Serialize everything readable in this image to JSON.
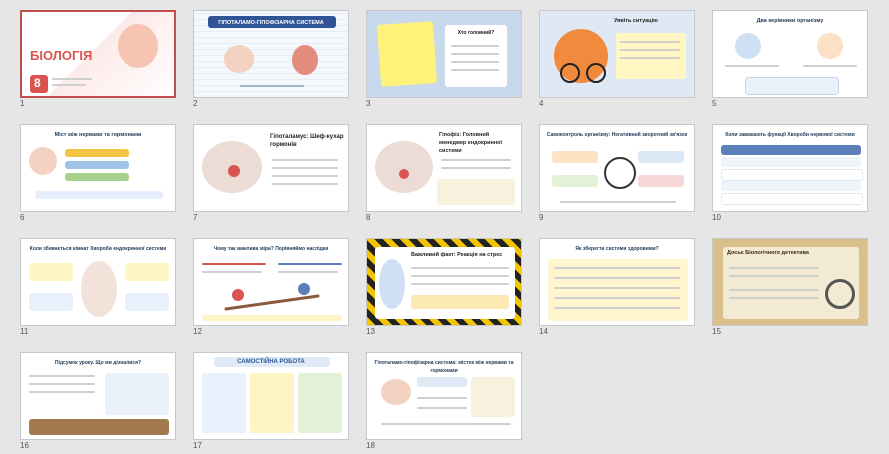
{
  "view": "slide sorter",
  "accent_color": "#c0504d",
  "slides": [
    {
      "n": "1",
      "title": "БІОЛОГІЯ",
      "subtitle": "8"
    },
    {
      "n": "2",
      "title": "ГІПОТАЛАМО-ГІПОФІЗАРНА СИСТЕМА"
    },
    {
      "n": "3",
      "title": "Хто головний?"
    },
    {
      "n": "4",
      "title": "Уявіть ситуацію"
    },
    {
      "n": "5",
      "title": "Два керівники організму"
    },
    {
      "n": "6",
      "title": "Міст між нервами та гормонами"
    },
    {
      "n": "7",
      "title": "Гіпоталамус: Шеф-кухар гормонів"
    },
    {
      "n": "8",
      "title": "Гіпофіз: Головний менеджер ендокринної системи"
    },
    {
      "n": "9",
      "title": "Самоконтроль організму: Негативний зворотний зв'язок"
    },
    {
      "n": "10",
      "title": "Коли заважають функції Хвороби нервової системи"
    },
    {
      "n": "11",
      "title": "Коли збивається кімнат Хвороби ендокринної системи"
    },
    {
      "n": "12",
      "title": "Чому так важлива міра? Порівняймо наслідки"
    },
    {
      "n": "13",
      "title": "Важливий факт: Реакція на стрес"
    },
    {
      "n": "14",
      "title": "Як зберегти системи здоровими?"
    },
    {
      "n": "15",
      "title": "Досьє Біологічного детектива"
    },
    {
      "n": "16",
      "title": "Підсумок уроку. Що ми дізналися?"
    },
    {
      "n": "17",
      "title": "САМОСТІЙНА РОБОТА"
    },
    {
      "n": "18",
      "title": "Гіпоталамо-гіпофізарна система: місток між нервами та гормонами"
    }
  ]
}
